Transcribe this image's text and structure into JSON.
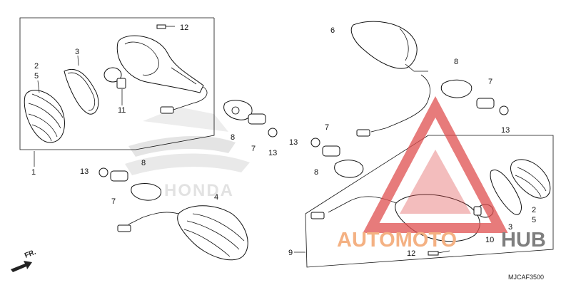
{
  "diagram": {
    "code": "MJCAF3500",
    "direction_label": "FR.",
    "brand_watermark": "HONDA",
    "callouts": {
      "c1": "1",
      "c2a": "2",
      "c5a": "5",
      "c3a": "3",
      "c11a": "11",
      "c12a": "12",
      "c8a": "8",
      "c7a": "7",
      "c13a": "13",
      "c13b": "13",
      "c7b": "7",
      "c8b": "8",
      "c4": "4",
      "c6": "6",
      "c8c": "8",
      "c7c": "7",
      "c13c": "13",
      "c13d": "13",
      "c7d": "7",
      "c8d": "8",
      "c2b": "2",
      "c5b": "5",
      "c3b": "3",
      "c10": "10",
      "c12b": "12",
      "c9": "9"
    }
  },
  "watermark": {
    "text_a": "AUTOMOTO",
    "text_b": "HUB",
    "color_a": "#f4b183",
    "color_b": "#7f7f7f",
    "logo_color": "#e05050"
  }
}
